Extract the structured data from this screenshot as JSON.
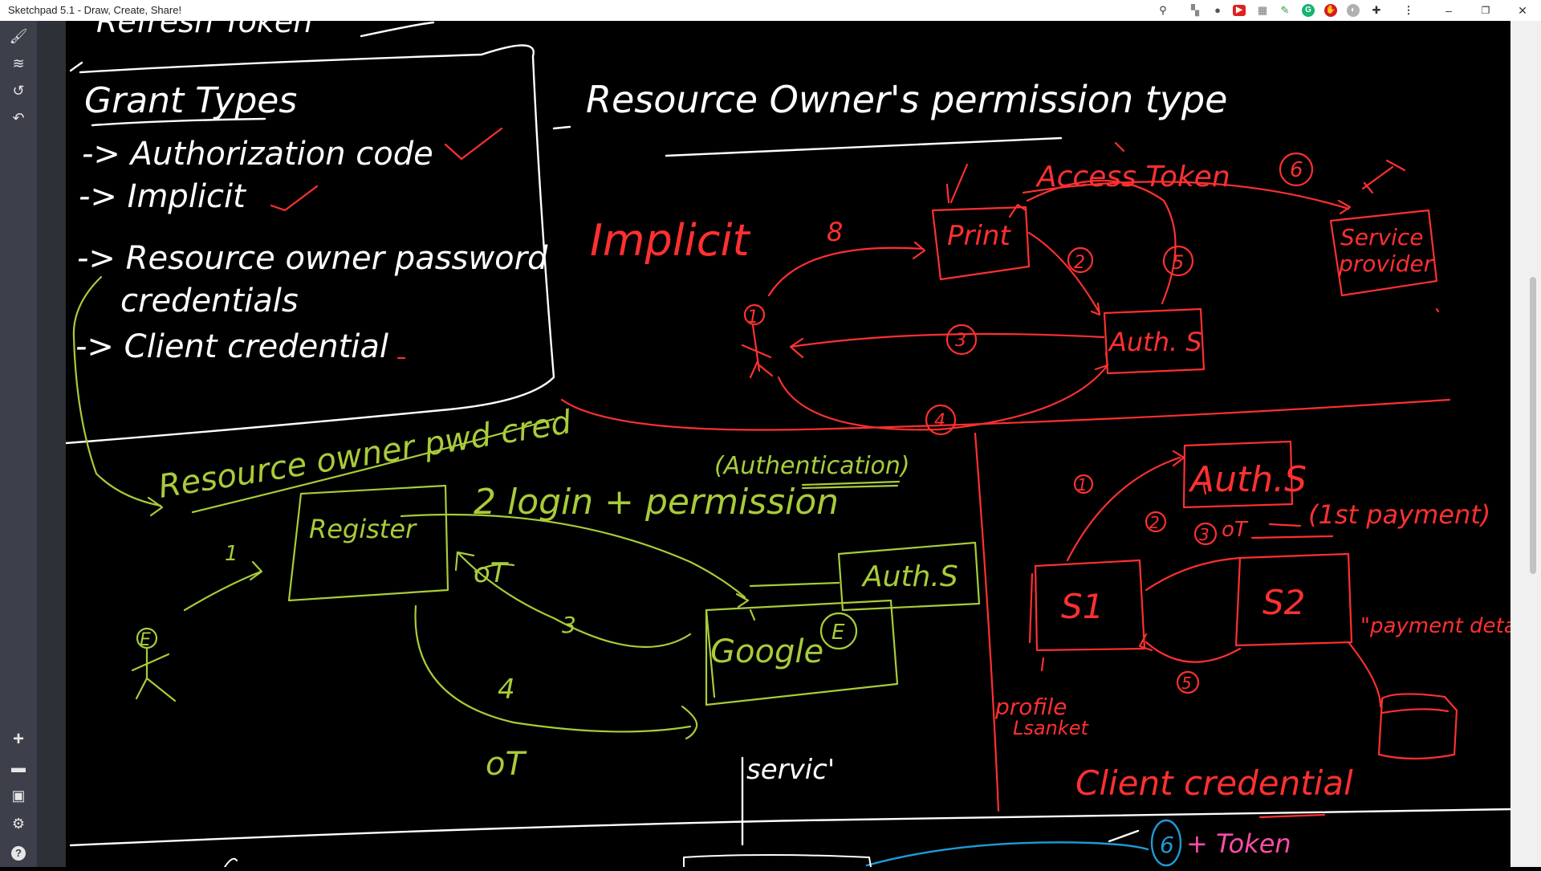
{
  "window": {
    "title": "Sketchpad 5.1 - Draw, Create, Share!",
    "controls": {
      "minimize": "–",
      "restore": "❐",
      "close": "✕"
    }
  },
  "toolbar_icons": [
    "search-icon",
    "extension-icon",
    "pin-icon",
    "youtube-icon",
    "screenshot-icon",
    "feather-icon",
    "grammarly-icon",
    "adblock-icon",
    "toggle-icon",
    "puzzle-icon",
    "more-icon"
  ],
  "sidebar": {
    "top_tools": [
      {
        "name": "tools-icon",
        "glyph": "🖌"
      },
      {
        "name": "layers-icon",
        "glyph": "≋"
      },
      {
        "name": "history-icon",
        "glyph": "↺"
      },
      {
        "name": "undo-icon",
        "glyph": "↶"
      }
    ],
    "bottom_tools": [
      {
        "name": "add-icon",
        "glyph": "+"
      },
      {
        "name": "folder-icon",
        "glyph": "▬"
      },
      {
        "name": "save-icon",
        "glyph": "▣"
      },
      {
        "name": "settings-icon",
        "glyph": "⚙"
      },
      {
        "name": "help-icon",
        "glyph": "?"
      }
    ]
  },
  "colors": {
    "white_ink": "#ffffff",
    "red_ink": "#ff3030",
    "green_ink": "#a8cc3a",
    "blue_ink": "#1e9bd7",
    "magenta_ink": "#ff4da6",
    "sidebar": "#3d3f4a",
    "canvas": "#000000"
  },
  "sketch": {
    "top_partial": "Refresh Token",
    "grant_types": {
      "heading": "Grant Types",
      "items": [
        "-> Authorization code",
        "-> Implicit",
        "-> Resource owner password",
        "credentials",
        "-> Client credential"
      ]
    },
    "resource_owner_permission": "Resource Owner's permission type",
    "implicit": {
      "title": "Implicit",
      "access_token": "Access Token",
      "print_box": "Print",
      "auth_box": "Auth. S",
      "service_provider_line1": "Service",
      "service_provider_line2": "provider",
      "steps": [
        "1",
        "2",
        "3",
        "4",
        "5",
        "6"
      ],
      "step_user": "8"
    },
    "resource_owner_pw": {
      "title": "Resource owner pwd cred",
      "register_box": "Register",
      "login_note": "2 login + permission",
      "authentication": "(Authentication)",
      "auth_box": "Auth.S",
      "google_box": "Google",
      "google_badge": "E",
      "user_label": "E",
      "step1": "1",
      "step3": "3",
      "step4": "4",
      "token_sym": "oT",
      "bottom_token_sym": "oT"
    },
    "client_credential": {
      "title": "Client credential",
      "auth_box": "Auth.S",
      "s1_box": "S1",
      "s2_box": "S2",
      "first_payment": "(1st payment)",
      "payment_details": "\"payment details\"",
      "profile": "profile",
      "user_name": "Lsanket",
      "steps": [
        "1",
        "2",
        "3",
        "5"
      ],
      "token_sym": "oT"
    },
    "bottom": {
      "service": "servic'",
      "token_badge": "6",
      "token_text": "+ Token"
    }
  }
}
